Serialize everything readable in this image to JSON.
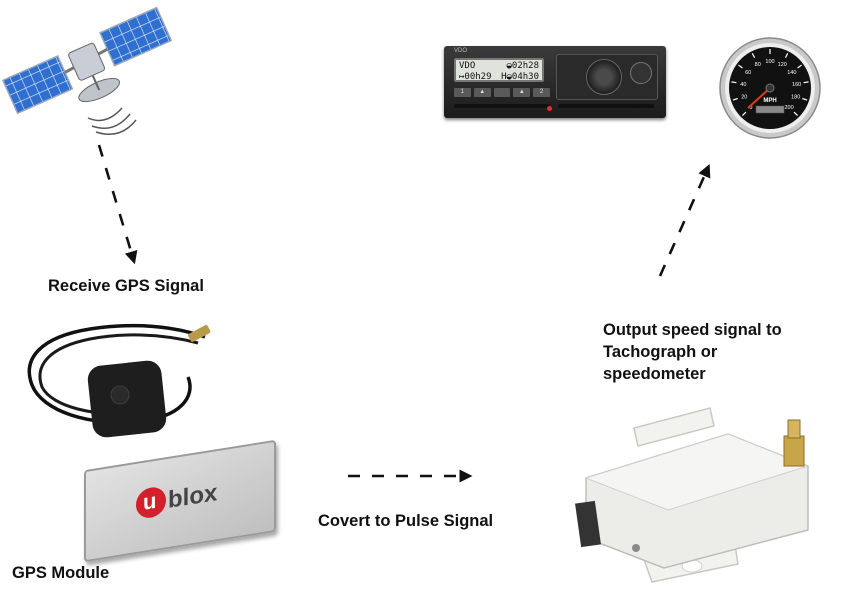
{
  "labels": {
    "receive": "Receive GPS Signal",
    "gps_module": "GPS Module",
    "covert": "Covert to Pulse Signal",
    "output_lines": [
      "Output speed signal to",
      "Tachograph or",
      "speedometer"
    ]
  },
  "tachograph": {
    "brand": "VDO",
    "lcd_row1_left": "VDO",
    "lcd_row1_right": "◒02h28",
    "lcd_row2_left": "↦00h29",
    "lcd_row2_right": "H◒04h30",
    "key1": "1",
    "key2": "2"
  },
  "speedometer": {
    "unit": "MPH",
    "ticks": [
      "0",
      "20",
      "40",
      "60",
      "80",
      "100",
      "120",
      "140",
      "160",
      "180",
      "200"
    ]
  },
  "module": {
    "brand_u": "u",
    "brand_rest": "blox"
  },
  "colors": {
    "arrow": "#111111",
    "ublox_red": "#d3202a",
    "box_white": "#ecece9"
  }
}
